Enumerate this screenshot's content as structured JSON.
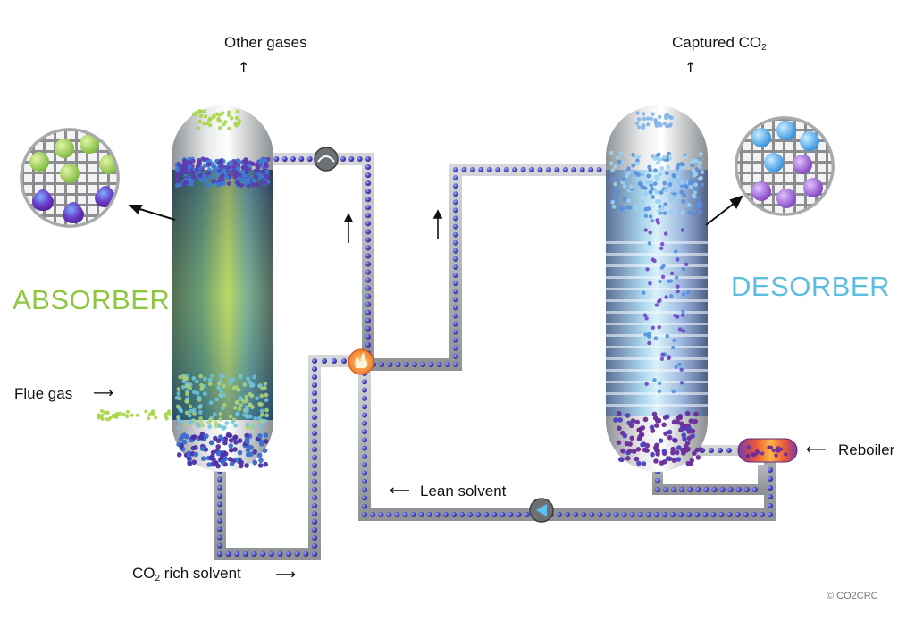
{
  "labels": {
    "other_gases": "Other gases",
    "captured_co2": "Captured CO",
    "captured_co2_sub": "2",
    "absorber": "ABSORBER",
    "desorber": "DESORBER",
    "flue_gas": "Flue gas",
    "lean_solvent": "Lean solvent",
    "reboiler": "Reboiler",
    "rich_solvent_prefix": "CO",
    "rich_solvent_sub": "2",
    "rich_solvent_suffix": " rich solvent",
    "copyright": "© CO2CRC"
  },
  "colors": {
    "absorber_green": "#8dc63f",
    "desorber_blue": "#5bbde0",
    "pipe_grey": "#a9acae",
    "bead_purple": "#6a2c9a",
    "bead_blue": "#3a6ed0",
    "heat_orange": "#f47c20",
    "pump_grey": "#6d7073"
  },
  "icons": [
    "arrow-right-icon",
    "arrow-up-icon",
    "arrow-left-icon",
    "flame-icon",
    "pump-icon",
    "heat-exchanger-icon",
    "molecule-magnifier-icon"
  ]
}
